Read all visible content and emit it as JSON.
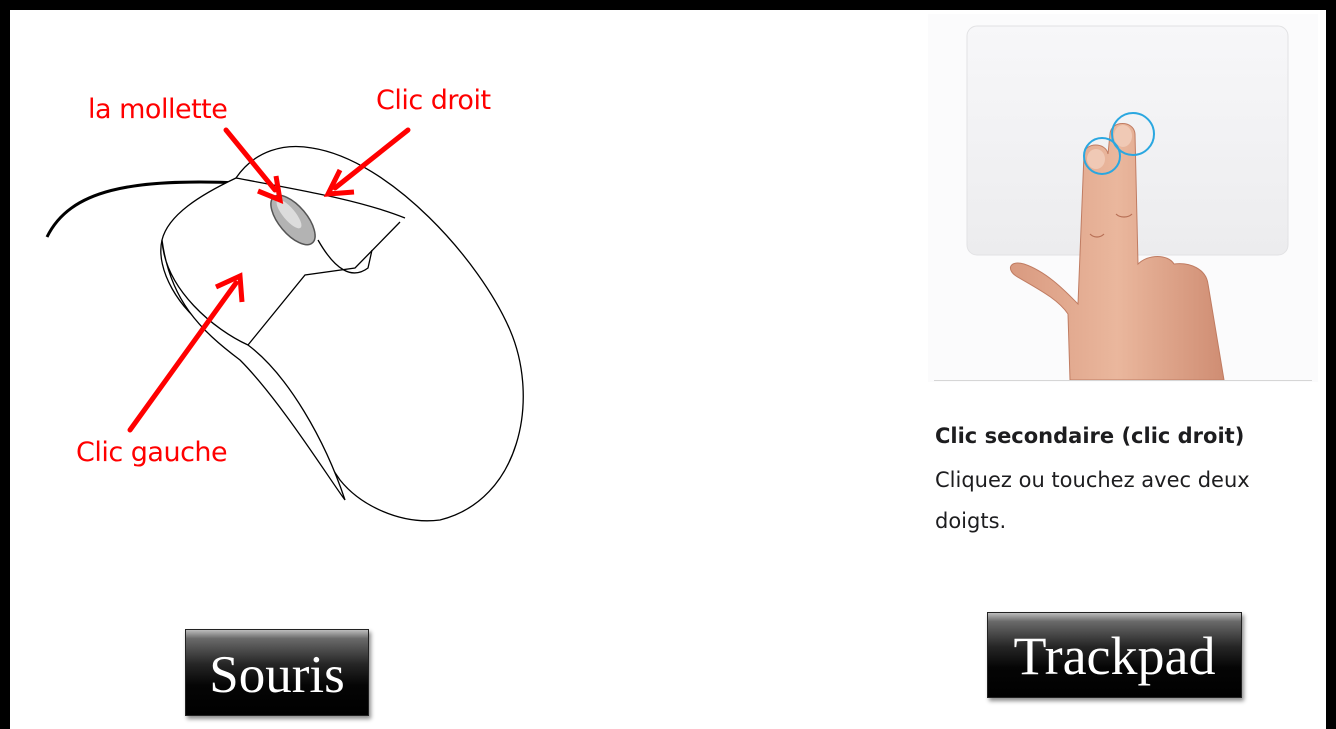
{
  "mouse": {
    "label_wheel": "la mollette",
    "label_right_click": "Clic droit",
    "label_left_click": "Clic gauche"
  },
  "trackpad": {
    "title": "Clic secondaire (clic droit)",
    "description": "Cliquez ou touchez avec deux doigts."
  },
  "buttons": {
    "souris": "Souris",
    "trackpad": "Trackpad"
  },
  "colors": {
    "annotation": "#ff0000",
    "finger_ring": "#2aa7e0",
    "frame": "#000000"
  }
}
